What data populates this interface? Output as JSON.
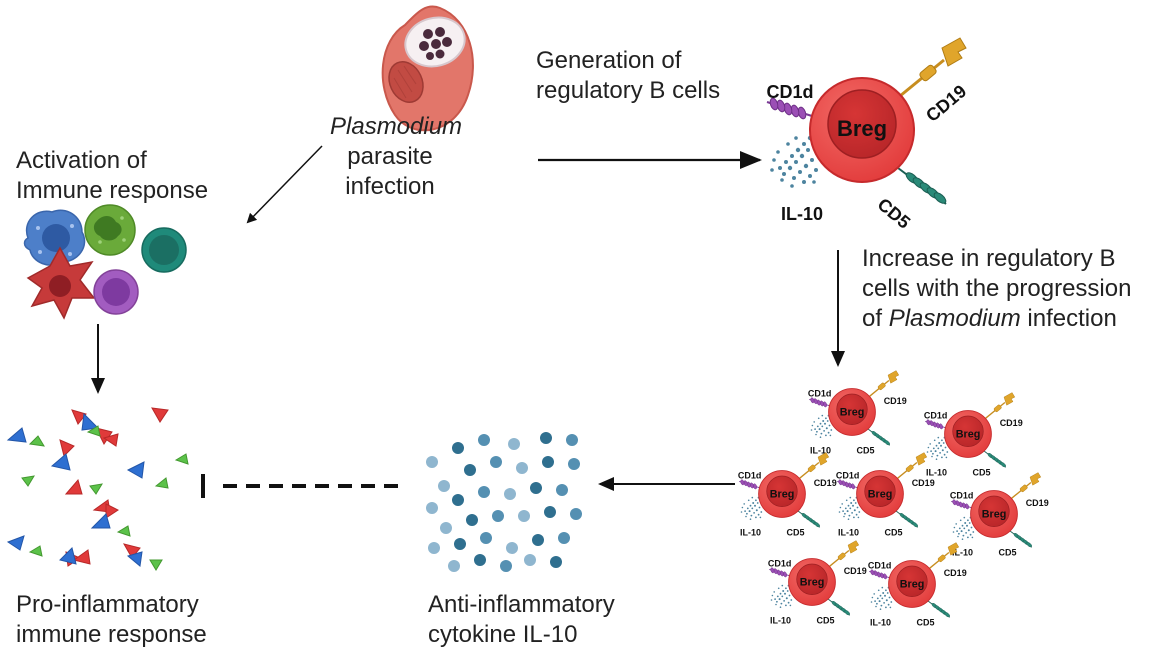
{
  "infection": {
    "line1": "Plasmodium",
    "line2": "parasite",
    "line3": "infection"
  },
  "activation": {
    "line1": "Activation of",
    "line2": "Immune response"
  },
  "generation": {
    "line1": "Generation of",
    "line2": "regulatory B cells"
  },
  "increase": {
    "line1": "Increase in regulatory B",
    "line2": "cells with the progression",
    "line3_italic": "Plasmodium",
    "line3_rest": " infection",
    "line3_prefix": "of "
  },
  "pro_inflammatory": {
    "line1": "Pro-inflammatory",
    "line2": "immune response"
  },
  "anti_inflammatory": {
    "line1": "Anti-inflammatory",
    "line2": "cytokine IL-10"
  },
  "breg_cell": {
    "name": "Breg",
    "marker_cd1d": "CD1d",
    "marker_cd19": "CD19",
    "marker_cd5": "CD5",
    "cytokine": "IL-10"
  },
  "colors": {
    "breg_fill": "#e8403f",
    "breg_nucleus": "#c62a2c",
    "cd1d": "#9b4fb5",
    "cd19": "#e0a52b",
    "cd5": "#237a6b",
    "il10_dots": "#2f6f8f",
    "triangle_red": "#e03a3a",
    "triangle_blue": "#2e6fd1",
    "triangle_green": "#5cc24a"
  },
  "icons": {
    "parasite": "plasmodium-infected-cell-icon",
    "immune_cells": "immune-cells-icon",
    "cytokines": "il10-cytokine-dots-icon",
    "pro_inflammatory": "pro-inflammatory-triangles-icon"
  }
}
